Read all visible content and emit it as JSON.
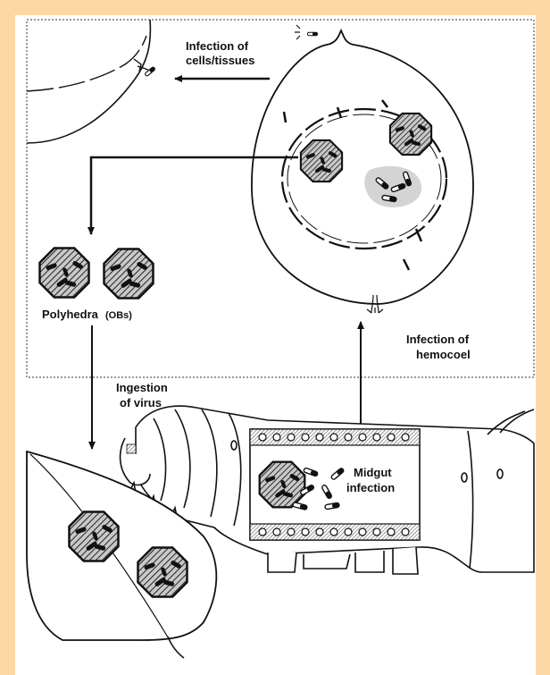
{
  "labels": {
    "infection_cells_line1": "Infection of",
    "infection_cells_line2": "cells/tissues",
    "polyhedra": "Polyhedra",
    "obs": "(OBs)",
    "infection_hemocoel_line1": "Infection of",
    "infection_hemocoel_line2": "hemocoel",
    "ingestion_line1": "Ingestion",
    "ingestion_line2": "of virus",
    "midgut_line1": "Midgut",
    "midgut_line2": "infection"
  },
  "colors": {
    "background_frame": "#fbd7a6",
    "panel": "#ffffff",
    "line": "#111111",
    "polyhedron_fill": "#8a8a8a",
    "virion_cloud": "#d4d4d4"
  },
  "icons": {
    "polyhedron": "octagon-occlusion-body",
    "virion": "rod-shaped-virion",
    "cell": "infected-cell",
    "caterpillar": "larva",
    "leaf": "leaf"
  }
}
